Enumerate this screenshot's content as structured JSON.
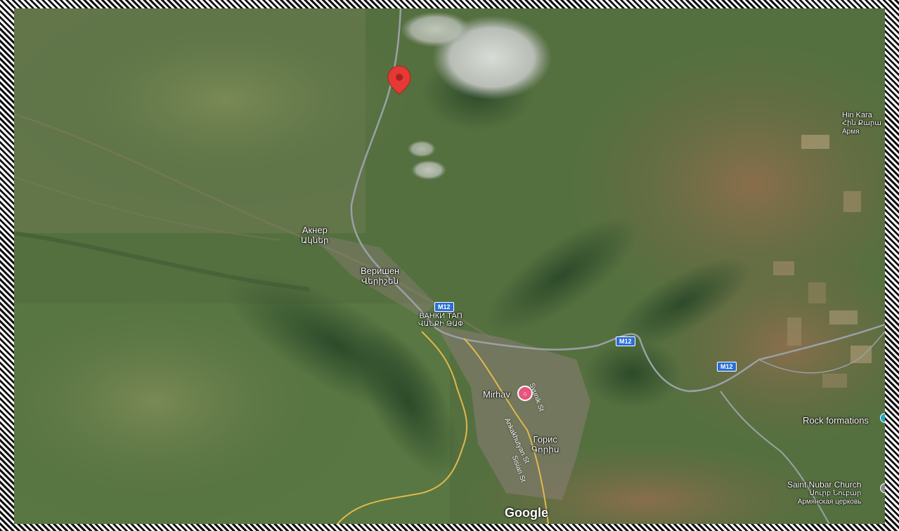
{
  "map": {
    "logo": "Google",
    "places": {
      "akner": {
        "name": "Акнер",
        "sub": "Ակներ"
      },
      "verishen": {
        "name": "Веришен",
        "sub": "Վերիշեն"
      },
      "vanki_tap": {
        "name": "ВАНКИ ТАП",
        "sub": "ՎԱՆՔԻ ԹԱՓ"
      },
      "goris": {
        "name": "Горис",
        "sub": "Գորիս"
      },
      "hin_karahunj": {
        "name": "Hin Kara",
        "sub": "Հին Քարա",
        "sub2": "Армя"
      },
      "mirhav": {
        "name": "Mirhav"
      },
      "rock_formations": {
        "name": "Rock formations"
      },
      "saint_nubar": {
        "name": "Saint Nubar Church",
        "sub": "Սուրբ Նուբար",
        "sub2": "Армянская церковь"
      }
    },
    "roads": {
      "m12_a": "M12",
      "m12_b": "M12",
      "m12_c": "M12"
    },
    "streets": {
      "st1": "Syunik St",
      "st2": "Ankakhutyan St",
      "st3": "Sisian St"
    },
    "colors": {
      "pin": "#e53935",
      "road": "#e0b84c",
      "highway": "#9aa0a6"
    }
  }
}
